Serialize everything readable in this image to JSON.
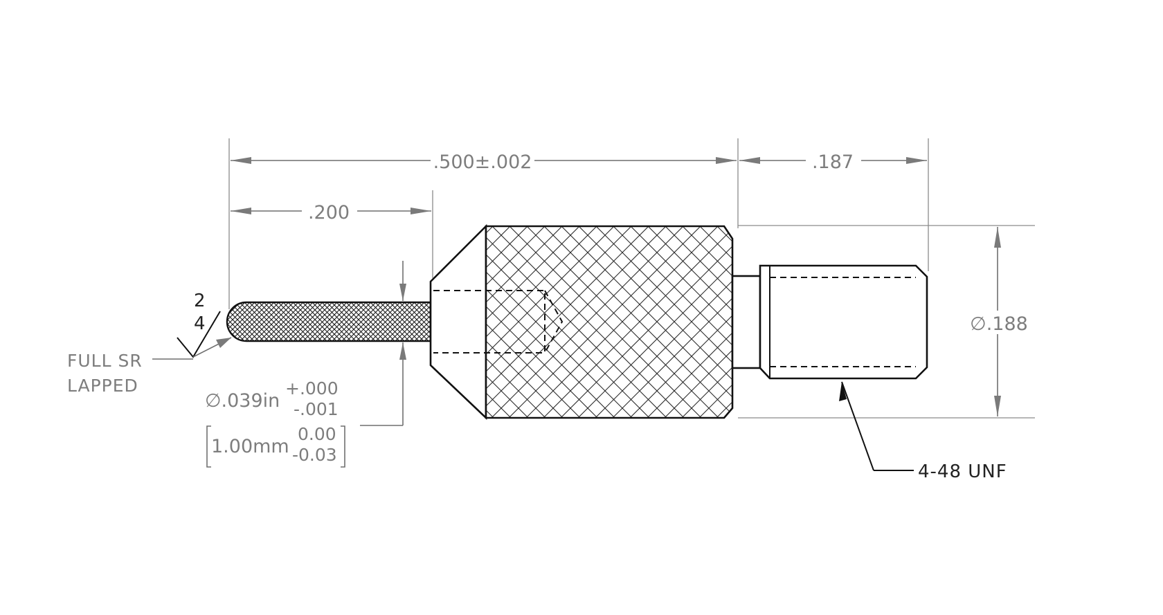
{
  "dimensions": {
    "overall_length": ".500±.002",
    "thread_length": ".187",
    "stylus_length": ".200",
    "body_diameter": "∅.188"
  },
  "tip_tolerance": {
    "inch": {
      "value": "∅.039in",
      "upper": "+.000",
      "lower": "-.001"
    },
    "metric": {
      "value": "1.00mm",
      "upper": "0.00",
      "lower": "-0.03"
    }
  },
  "surface_finish": {
    "upper": "2",
    "lower": "4",
    "note_line1": "FULL SR",
    "note_line2": "LAPPED"
  },
  "thread_callout": "4-48 UNF"
}
